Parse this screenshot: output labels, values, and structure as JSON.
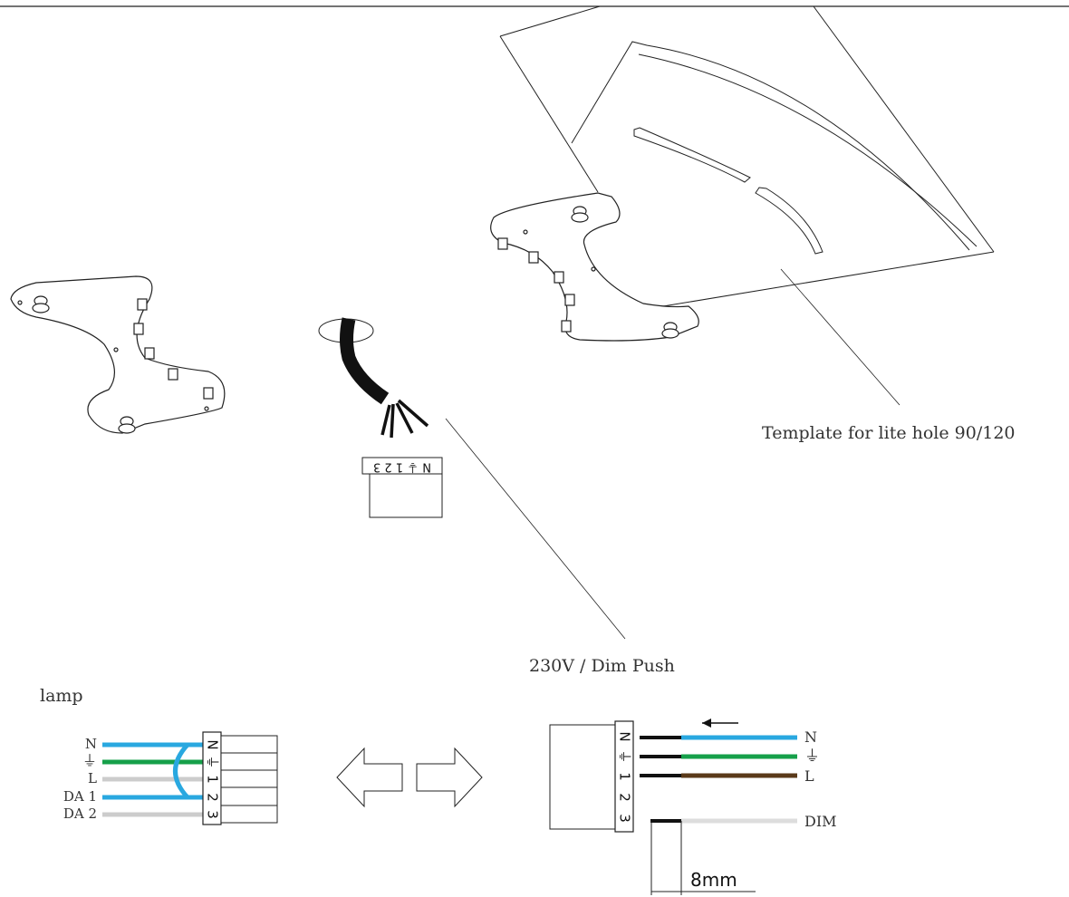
{
  "labels": {
    "template": "Template for lite hole 90/120",
    "power": "230V / Dim Push",
    "lamp": "lamp",
    "measure": "8mm"
  },
  "top_terminal": {
    "digits_rotated": "N ⏚ 1 2 3"
  },
  "lamp_wires": [
    {
      "label": "N",
      "color": "#29a8e0"
    },
    {
      "label": "⏚",
      "color": "#16a04a"
    },
    {
      "label": "L",
      "color": "#cccccc"
    },
    {
      "label": "DA 1",
      "color": "#29a8e0"
    },
    {
      "label": "DA 2",
      "color": "#cccccc"
    }
  ],
  "lamp_terminal": [
    "N",
    "⏚",
    "1",
    "2",
    "3"
  ],
  "supply_wires": [
    {
      "label": "N",
      "color": "#29a8e0"
    },
    {
      "label": "⏚",
      "color": "#16a04a"
    },
    {
      "label": "L",
      "color": "#5a3a1a"
    },
    {
      "label": "DIM",
      "color": "#dddddd"
    }
  ],
  "supply_terminal": [
    "N",
    "⏚",
    "1",
    "2",
    "3"
  ],
  "colors": {
    "line": "#222222",
    "cable": "#111111"
  }
}
